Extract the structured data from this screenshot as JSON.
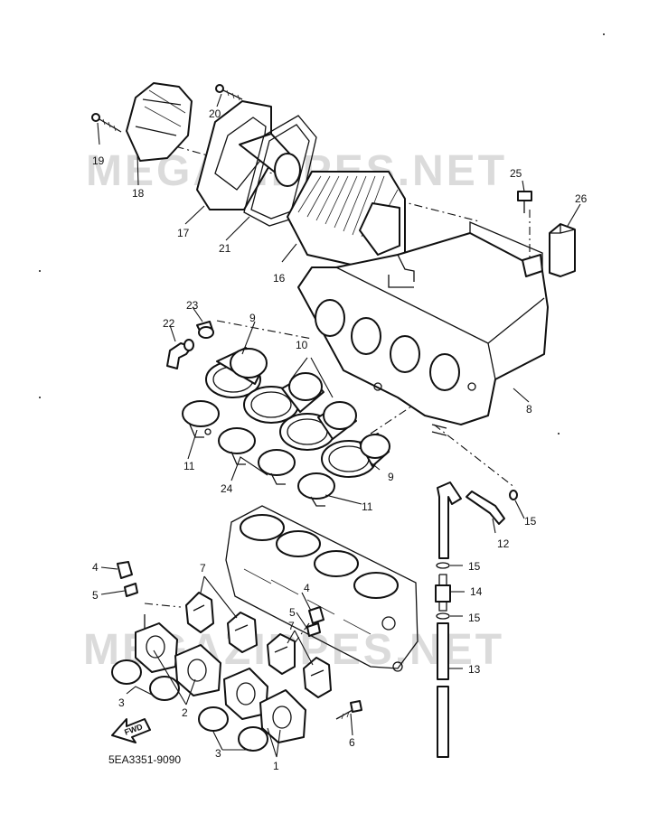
{
  "diagram_id": "5EA3351-9090",
  "watermark": "MEGAZIPPES.NET",
  "fwd_label": "FWD",
  "callouts": {
    "c1": "1",
    "c2": "2",
    "c3a": "3",
    "c3b": "3",
    "c4a": "4",
    "c4b": "4",
    "c5a": "5",
    "c5b": "5",
    "c6": "6",
    "c7a": "7",
    "c7b": "7",
    "c8": "8",
    "c9a": "9",
    "c9b": "9",
    "c10": "10",
    "c11a": "11",
    "c11b": "11",
    "c12": "12",
    "c13": "13",
    "c14": "14",
    "c15a": "15",
    "c15b": "15",
    "c15c": "15",
    "c16": "16",
    "c17": "17",
    "c18": "18",
    "c19": "19",
    "c20": "20",
    "c21": "21",
    "c22": "22",
    "c23": "23",
    "c24": "24",
    "c25": "25",
    "c26": "26"
  }
}
